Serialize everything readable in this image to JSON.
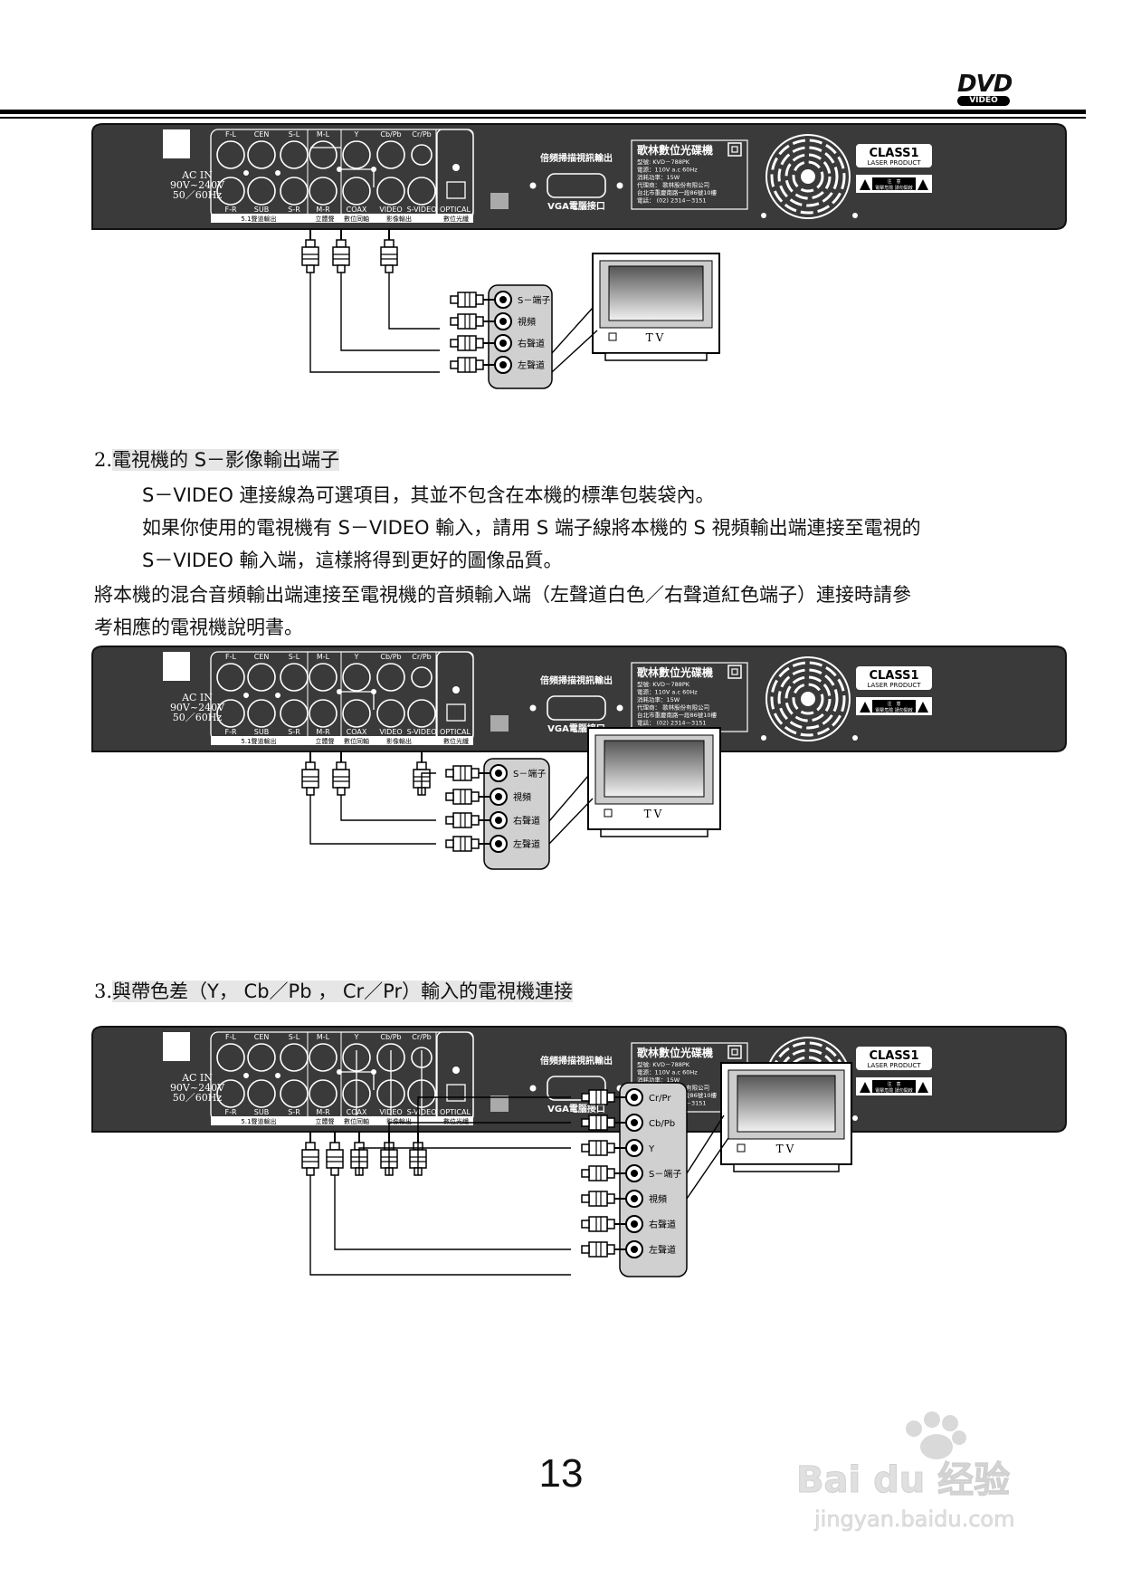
{
  "logo": {
    "top": "DVD",
    "bottom": "VIDEO"
  },
  "panel": {
    "ac_in": "AC IN",
    "voltage": "90V~240V",
    "freq": "50／60Hz",
    "labels_top": [
      "F-L",
      "CEN",
      "S-L",
      "M-L",
      "Y",
      "Cb/Pb",
      "Cr/Pb"
    ],
    "labels_bottom": [
      "F-R",
      "SUB",
      "S-R",
      "M-R",
      "COAX",
      "VIDEO",
      "S-VIDEO",
      "OPTICAL"
    ],
    "group_labels": [
      "5.1聲道輸出",
      "立體聲",
      "數位同軸",
      "影像輸出",
      "數位光纖"
    ],
    "vga_title": "倍頻掃描視訊輸出",
    "vga_label": "VGA電腦接口",
    "brand": "歌林數位光碟機",
    "specs": [
      "型號: KVD－788PK",
      "電源：110V a.c 60Hz",
      "消耗功率：15W",
      "代理商： 歌林股份有限公司",
      "台北市重慶南路一段86號10樓",
      "電話： (02) 2314－3151"
    ],
    "class1": "CLASS1",
    "laser": "LASER PRODUCT",
    "warn": [
      "注　意",
      "電擊危險 請勿開啟"
    ]
  },
  "tv_label": "TV",
  "tv_inputs_basic": [
    "S－端子",
    "視頻",
    "右聲道",
    "左聲道"
  ],
  "tv_inputs_full": [
    "Cr/Pr",
    "Cb/Pb",
    "Y",
    "S－端子",
    "視頻",
    "右聲道",
    "左聲道"
  ],
  "section2": {
    "num": "2.",
    "title": "電視機的 S－影像輸出端子",
    "lines": [
      "S－VIDEO 連接線為可選項目，其並不包含在本機的標準包裝袋內。",
      "如果你使用的電視機有 S－VIDEO 輸入，請用 S 端子線將本機的 S 視頻輸出端連接至電視的",
      "S－VIDEO 輸入端，這樣將得到更好的圖像品質。",
      "將本機的混合音頻輸出端連接至電視機的音頻輸入端（左聲道白色／右聲道紅色端子）連接時請參",
      "考相應的電視機說明書。"
    ]
  },
  "section3": {
    "num": "3.",
    "title": "與帶色差（Y， Cb／Pb ， Cr／Pr）輸入的電視機連接"
  },
  "page_number": "13",
  "watermark": {
    "brand": "Bai du 经验",
    "url": "jingyan.baidu.com"
  }
}
